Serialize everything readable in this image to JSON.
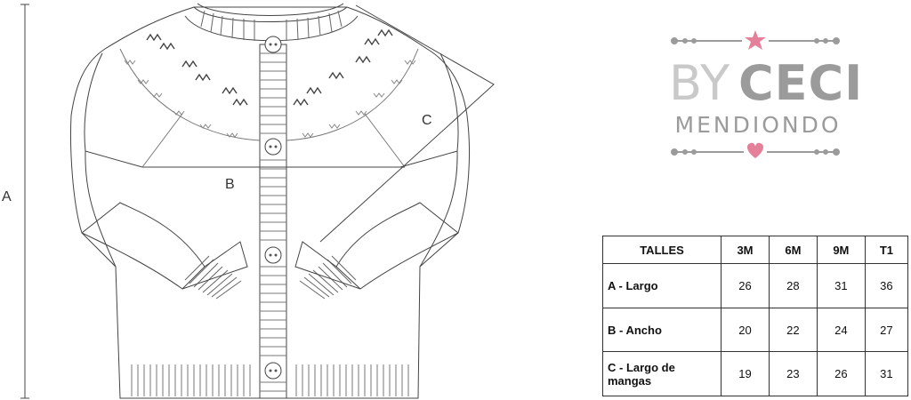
{
  "illustration": {
    "label_a": "A",
    "label_b": "B",
    "label_c": "C",
    "icon": "cardigan-sketch"
  },
  "logo": {
    "by": "BY",
    "ceci": "CECI",
    "sub": "MENDIONDO",
    "star_color": "#e5809b",
    "heart_color": "#e5809b",
    "text_light": "#c9c9c9",
    "text_dark": "#9b9b9b"
  },
  "size_table": {
    "headers": [
      "TALLES",
      "3M",
      "6M",
      "9M",
      "T1"
    ],
    "rows": [
      {
        "label": "A - Largo",
        "values": [
          "26",
          "28",
          "31",
          "36"
        ]
      },
      {
        "label": "B - Ancho",
        "values": [
          "20",
          "22",
          "24",
          "27"
        ]
      },
      {
        "label": "C - Largo de mangas",
        "values": [
          "19",
          "23",
          "26",
          "31"
        ]
      }
    ]
  }
}
